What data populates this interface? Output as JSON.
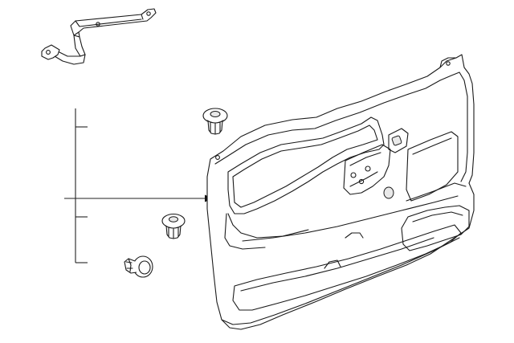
{
  "diagram": {
    "background_color": "#ffffff",
    "line_color": "#1a1a1a",
    "parts": [
      {
        "name": "bracket",
        "icon": "bracket-icon"
      },
      {
        "name": "upper-push-pin-clip",
        "icon": "push-pin-clip-icon"
      },
      {
        "name": "lower-push-pin-clip",
        "icon": "push-pin-clip-icon"
      },
      {
        "name": "retainer-clip",
        "icon": "retainer-clip-icon"
      },
      {
        "name": "door-trim-panel",
        "icon": "door-trim-panel-icon"
      }
    ],
    "callout": {
      "ticks": 3,
      "arrow_target": "door-trim-panel"
    }
  }
}
